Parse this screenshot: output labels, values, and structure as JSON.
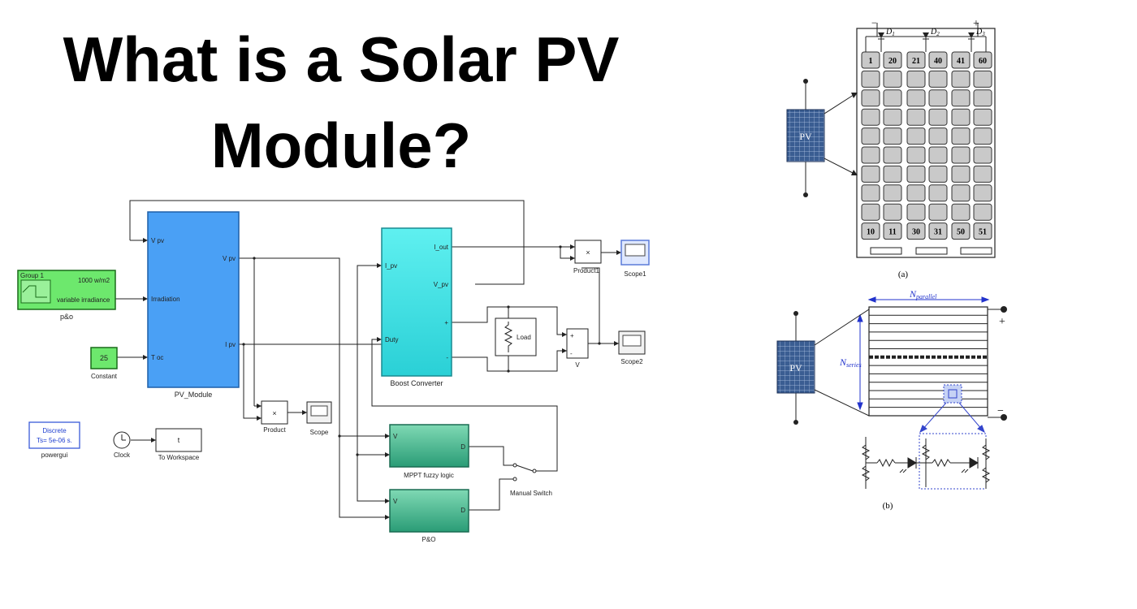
{
  "title": {
    "line1": "What is a Solar PV",
    "line2": "Module?"
  },
  "simulink": {
    "group": {
      "label": "Group 1",
      "value": "1000 w/m2",
      "signal": "variable irradiance",
      "caption": "p&o"
    },
    "constant": {
      "value": "25",
      "caption": "Constant"
    },
    "pv_module": {
      "caption": "PV_Module",
      "ports_in": [
        "V pv",
        "Irradiation",
        "T oc"
      ],
      "ports_out": [
        "V pv",
        "I pv"
      ]
    },
    "boost": {
      "caption": "Boost Converter",
      "ports_in": [
        "I_pv",
        "Duty"
      ],
      "ports_out": [
        "I_out",
        "V_pv",
        "+",
        "-"
      ]
    },
    "product": {
      "symbol": "×",
      "caption": "Product"
    },
    "product1": {
      "symbol": "×",
      "caption": "Product1"
    },
    "scope": "Scope",
    "scope1": "Scope1",
    "scope2": "Scope2",
    "load": "Load",
    "voltmeter": {
      "plus": "+",
      "minus": "-",
      "caption": "V"
    },
    "mppt": {
      "in": "V",
      "out": "D",
      "caption": "MPPT fuzzy logic"
    },
    "pando": {
      "in": "V",
      "out": "D",
      "caption": "P&O"
    },
    "manual_switch": "Manual Switch",
    "powergui": {
      "line1": "Discrete",
      "line2": "Ts= 5e-06 s.",
      "caption": "powergui"
    },
    "clock": "Clock",
    "workspace": {
      "value": "t",
      "caption": "To Workspace"
    }
  },
  "array_a": {
    "minus": "−",
    "plus": "+",
    "diodes": [
      "D",
      "D",
      "D"
    ],
    "diode_subs": [
      "1",
      "2",
      "3"
    ],
    "top_labels": [
      "1",
      "20",
      "21",
      "40",
      "41",
      "60"
    ],
    "bottom_labels": [
      "10",
      "11",
      "30",
      "31",
      "50",
      "51"
    ],
    "pv": "PV",
    "caption": "(a)"
  },
  "array_b": {
    "n_parallel": "N",
    "n_parallel_sub": "parallel",
    "n_series": "N",
    "n_series_sub": "series",
    "plus": "+",
    "minus": "−",
    "pv": "PV",
    "caption": "(b)"
  }
}
